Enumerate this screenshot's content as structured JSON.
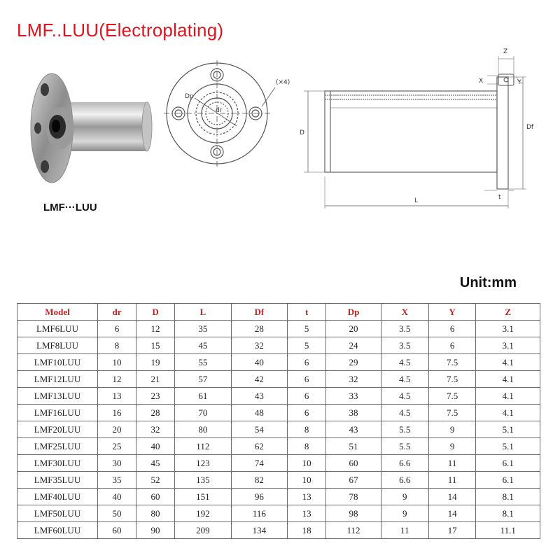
{
  "title": "LMF..LUU(Electroplating)",
  "photo_caption": "LMF···LUU",
  "drawing": {
    "front_labels": {
      "dp": "Dp",
      "dr": "dr",
      "holes": "(×4)"
    },
    "side_labels": {
      "Z": "Z",
      "X": "X",
      "Y": "Y",
      "D": "D",
      "Df": "Df",
      "t": "t",
      "L": "L"
    }
  },
  "unit_label": "Unit:mm",
  "table": {
    "headers": [
      "Model",
      "dr",
      "D",
      "L",
      "Df",
      "t",
      "Dp",
      "X",
      "Y",
      "Z"
    ],
    "rows": [
      [
        "LMF6LUU",
        "6",
        "12",
        "35",
        "28",
        "5",
        "20",
        "3.5",
        "6",
        "3.1"
      ],
      [
        "LMF8LUU",
        "8",
        "15",
        "45",
        "32",
        "5",
        "24",
        "3.5",
        "6",
        "3.1"
      ],
      [
        "LMF10LUU",
        "10",
        "19",
        "55",
        "40",
        "6",
        "29",
        "4.5",
        "7.5",
        "4.1"
      ],
      [
        "LMF12LUU",
        "12",
        "21",
        "57",
        "42",
        "6",
        "32",
        "4.5",
        "7.5",
        "4.1"
      ],
      [
        "LMF13LUU",
        "13",
        "23",
        "61",
        "43",
        "6",
        "33",
        "4.5",
        "7.5",
        "4.1"
      ],
      [
        "LMF16LUU",
        "16",
        "28",
        "70",
        "48",
        "6",
        "38",
        "4.5",
        "7.5",
        "4.1"
      ],
      [
        "LMF20LUU",
        "20",
        "32",
        "80",
        "54",
        "8",
        "43",
        "5.5",
        "9",
        "5.1"
      ],
      [
        "LMF25LUU",
        "25",
        "40",
        "112",
        "62",
        "8",
        "51",
        "5.5",
        "9",
        "5.1"
      ],
      [
        "LMF30LUU",
        "30",
        "45",
        "123",
        "74",
        "10",
        "60",
        "6.6",
        "11",
        "6.1"
      ],
      [
        "LMF35LUU",
        "35",
        "52",
        "135",
        "82",
        "10",
        "67",
        "6.6",
        "11",
        "6.1"
      ],
      [
        "LMF40LUU",
        "40",
        "60",
        "151",
        "96",
        "13",
        "78",
        "9",
        "14",
        "8.1"
      ],
      [
        "LMF50LUU",
        "50",
        "80",
        "192",
        "116",
        "13",
        "98",
        "9",
        "14",
        "8.1"
      ],
      [
        "LMF60LUU",
        "60",
        "90",
        "209",
        "134",
        "18",
        "112",
        "11",
        "17",
        "11.1"
      ]
    ]
  }
}
